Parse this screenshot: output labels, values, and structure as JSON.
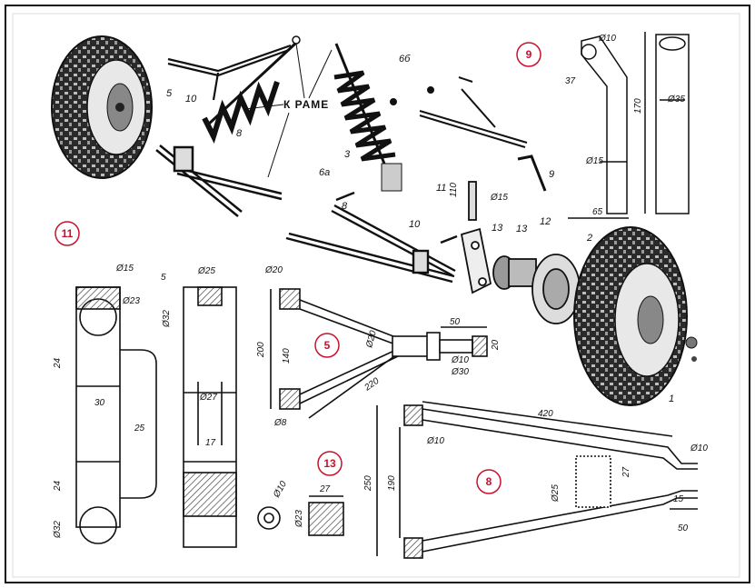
{
  "labels": {
    "to_frame": "К РАМЕ",
    "badges": [
      "9",
      "11",
      "5",
      "13",
      "8"
    ],
    "parts": [
      "5",
      "10",
      "8",
      "3",
      "6б",
      "6а",
      "8",
      "10",
      "11",
      "13",
      "12",
      "9",
      "2",
      "1"
    ],
    "dims_11": [
      "Ø15",
      "Ø23",
      "24",
      "30",
      "25",
      "24",
      "Ø32",
      "5",
      "Ø25",
      "Ø32",
      "Ø27",
      "17"
    ],
    "dims_5": [
      "Ø20",
      "200",
      "140",
      "Ø20",
      "50",
      "20",
      "Ø10",
      "Ø30",
      "220",
      "Ø8"
    ],
    "dims_9": [
      "Ø10",
      "37",
      "170",
      "Ø35",
      "Ø15",
      "65"
    ],
    "dims_6": [
      "110",
      "Ø15"
    ],
    "dims_13": [
      "Ø10",
      "Ø23",
      "27"
    ],
    "dims_8": [
      "420",
      "Ø10",
      "250",
      "190",
      "Ø10",
      "27",
      "Ø25",
      "15",
      "50"
    ]
  },
  "colors": {
    "frame": "#111111",
    "badge": "#c8102e",
    "ink": "#1a1a1a",
    "hatch": "#444444"
  }
}
